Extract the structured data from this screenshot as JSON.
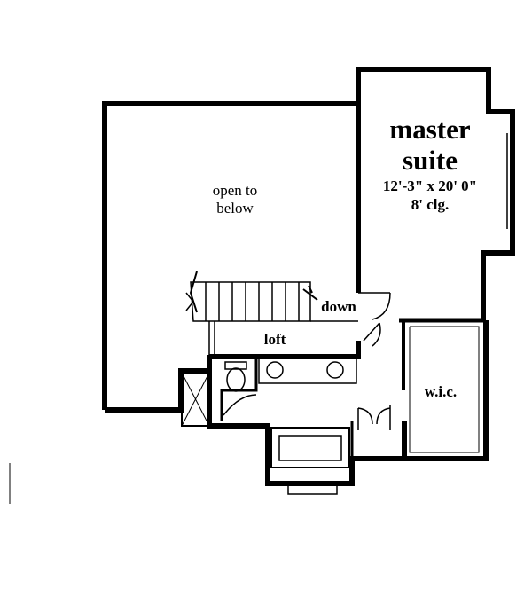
{
  "rooms": {
    "master": {
      "line1": "master",
      "line2": "suite",
      "dims": "12'-3\" x 20' 0\"",
      "ceiling": "8' clg."
    },
    "open": {
      "line1": "open to",
      "line2": "below"
    },
    "stair": {
      "label": "down"
    },
    "loft": {
      "label": "loft"
    },
    "closet": {
      "label": "w.i.c."
    }
  }
}
